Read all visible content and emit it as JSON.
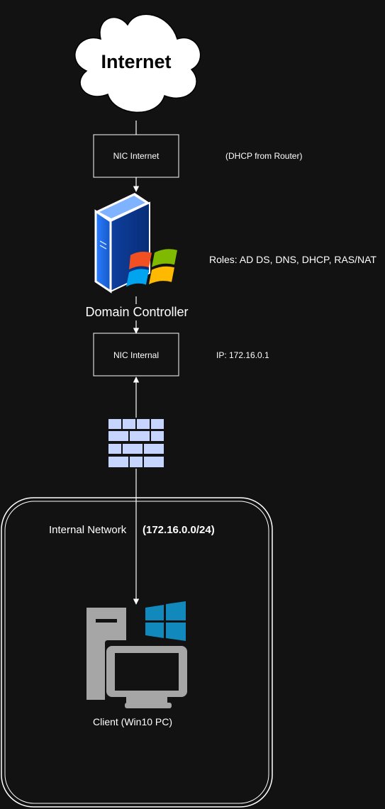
{
  "colors": {
    "background": "#121212",
    "stroke": "#ffffff",
    "firewall": "#c6d5ff",
    "server_blue": "#1f6fe6",
    "client_gray": "#a6a6a6",
    "windows_blue": "#1189bd"
  },
  "icons": {
    "internet": "cloud-icon",
    "server": "windows-server-icon",
    "firewall": "firewall-icon",
    "client": "windows-desktop-icon"
  },
  "nodes": {
    "internet": {
      "label": "Internet"
    },
    "nic_internet": {
      "label": "NIC Internet",
      "note": "(DHCP from Router)"
    },
    "domain_controller": {
      "label": "Domain Controller",
      "note": "Roles: AD DS, DNS, DHCP, RAS/NAT"
    },
    "nic_internal": {
      "label": "NIC Internal",
      "note": "IP: 172.16.0.1"
    },
    "internal_network": {
      "label": "Internal Network",
      "subnet": "(172.16.0.0/24)"
    },
    "client": {
      "label": "Client (Win10 PC)"
    }
  }
}
